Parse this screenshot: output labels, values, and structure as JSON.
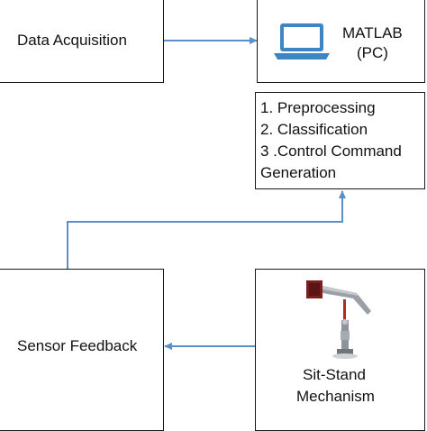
{
  "boxes": {
    "data_acquisition": {
      "label": "Data Acquisition"
    },
    "matlab": {
      "title": "MATLAB",
      "subtitle": "(PC)"
    },
    "processing": {
      "steps": [
        "1. Preprocessing",
        "2. Classification",
        "3 .Control Command",
        "Generation"
      ]
    },
    "sensor_feedback": {
      "label": "Sensor Feedback"
    },
    "sit_stand": {
      "line1": "Sit-Stand",
      "line2": "Mechanism"
    }
  },
  "colors": {
    "arrow": "#5b8fc7",
    "laptop": "#3d86c6",
    "border": "#1a1a1a"
  },
  "icons": {
    "laptop": "laptop-icon",
    "mechanism": "sit-stand-mechanism-image"
  }
}
